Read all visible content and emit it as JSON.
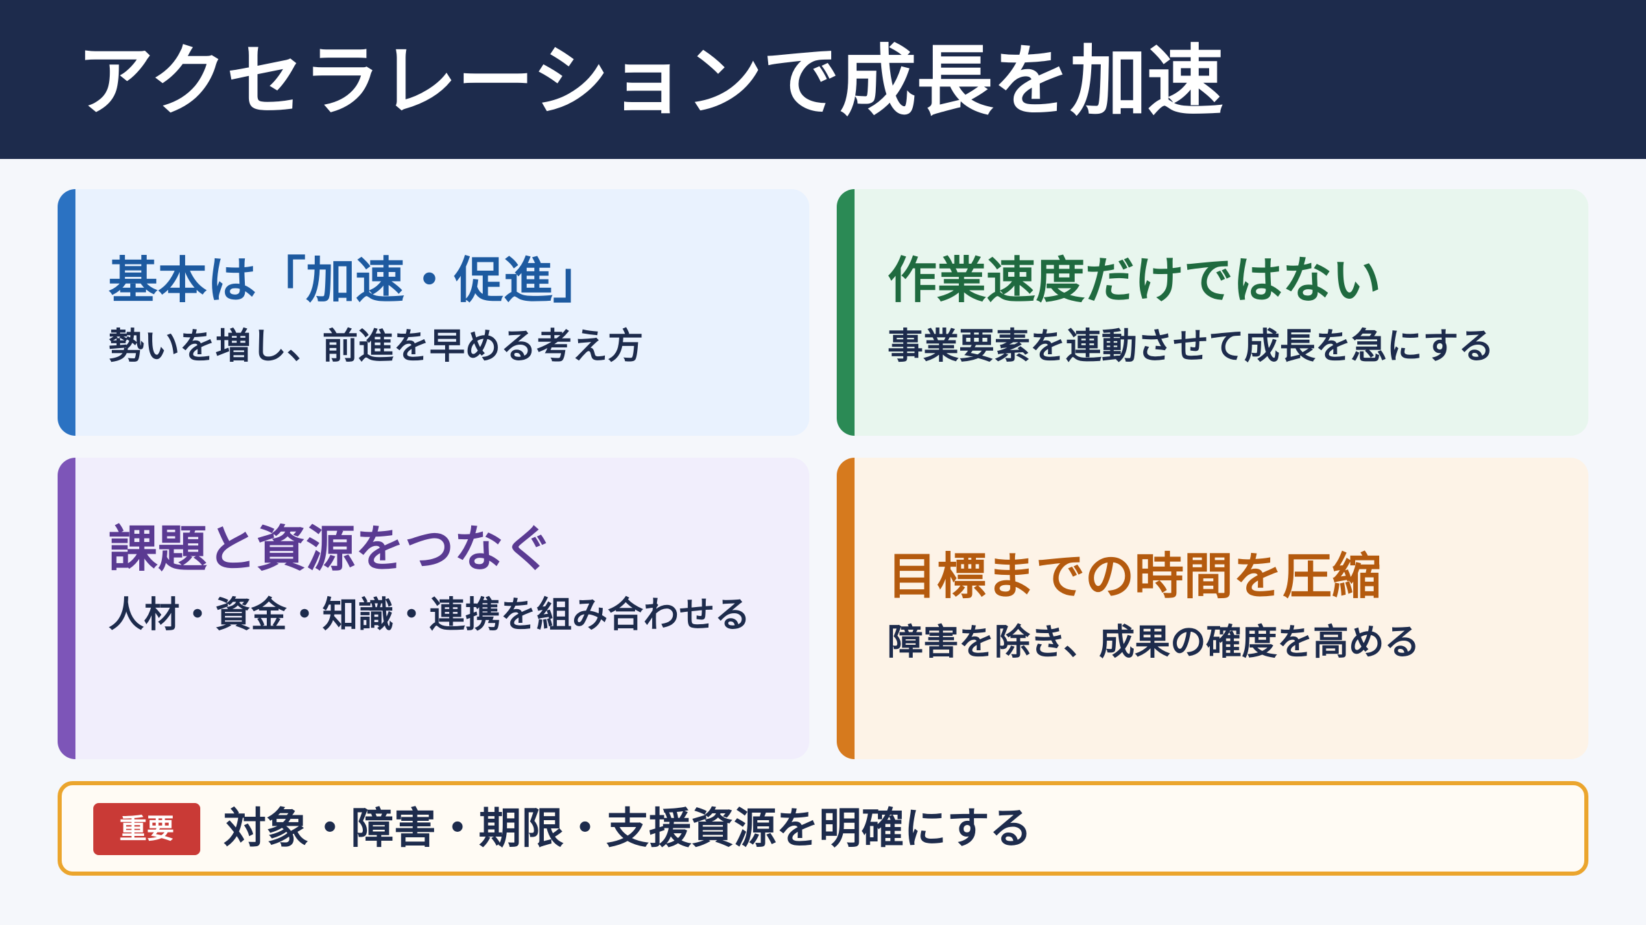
{
  "header": {
    "title": "アクセラレーションで成長を加速"
  },
  "cards": [
    {
      "title": "基本は「加速・促進」",
      "description": "勢いを増し、前進を早める考え方",
      "accent": "#2b72c2"
    },
    {
      "title": "作業速度だけではない",
      "description": "事業要素を連動させて成長を急にする",
      "accent": "#2b8a55"
    },
    {
      "title": "課題と資源をつなぐ",
      "description": "人材・資金・知識・連携を組み合わせる",
      "accent": "#7d55b8"
    },
    {
      "title": "目標までの時間を圧縮",
      "description": "障害を除き、成果の確度を高める",
      "accent": "#d67a1e"
    }
  ],
  "note": {
    "badge": "重要",
    "text": "対象・障害・期限・支援資源を明確にする",
    "border_color": "#eba52d",
    "badge_color": "#c93a36"
  }
}
